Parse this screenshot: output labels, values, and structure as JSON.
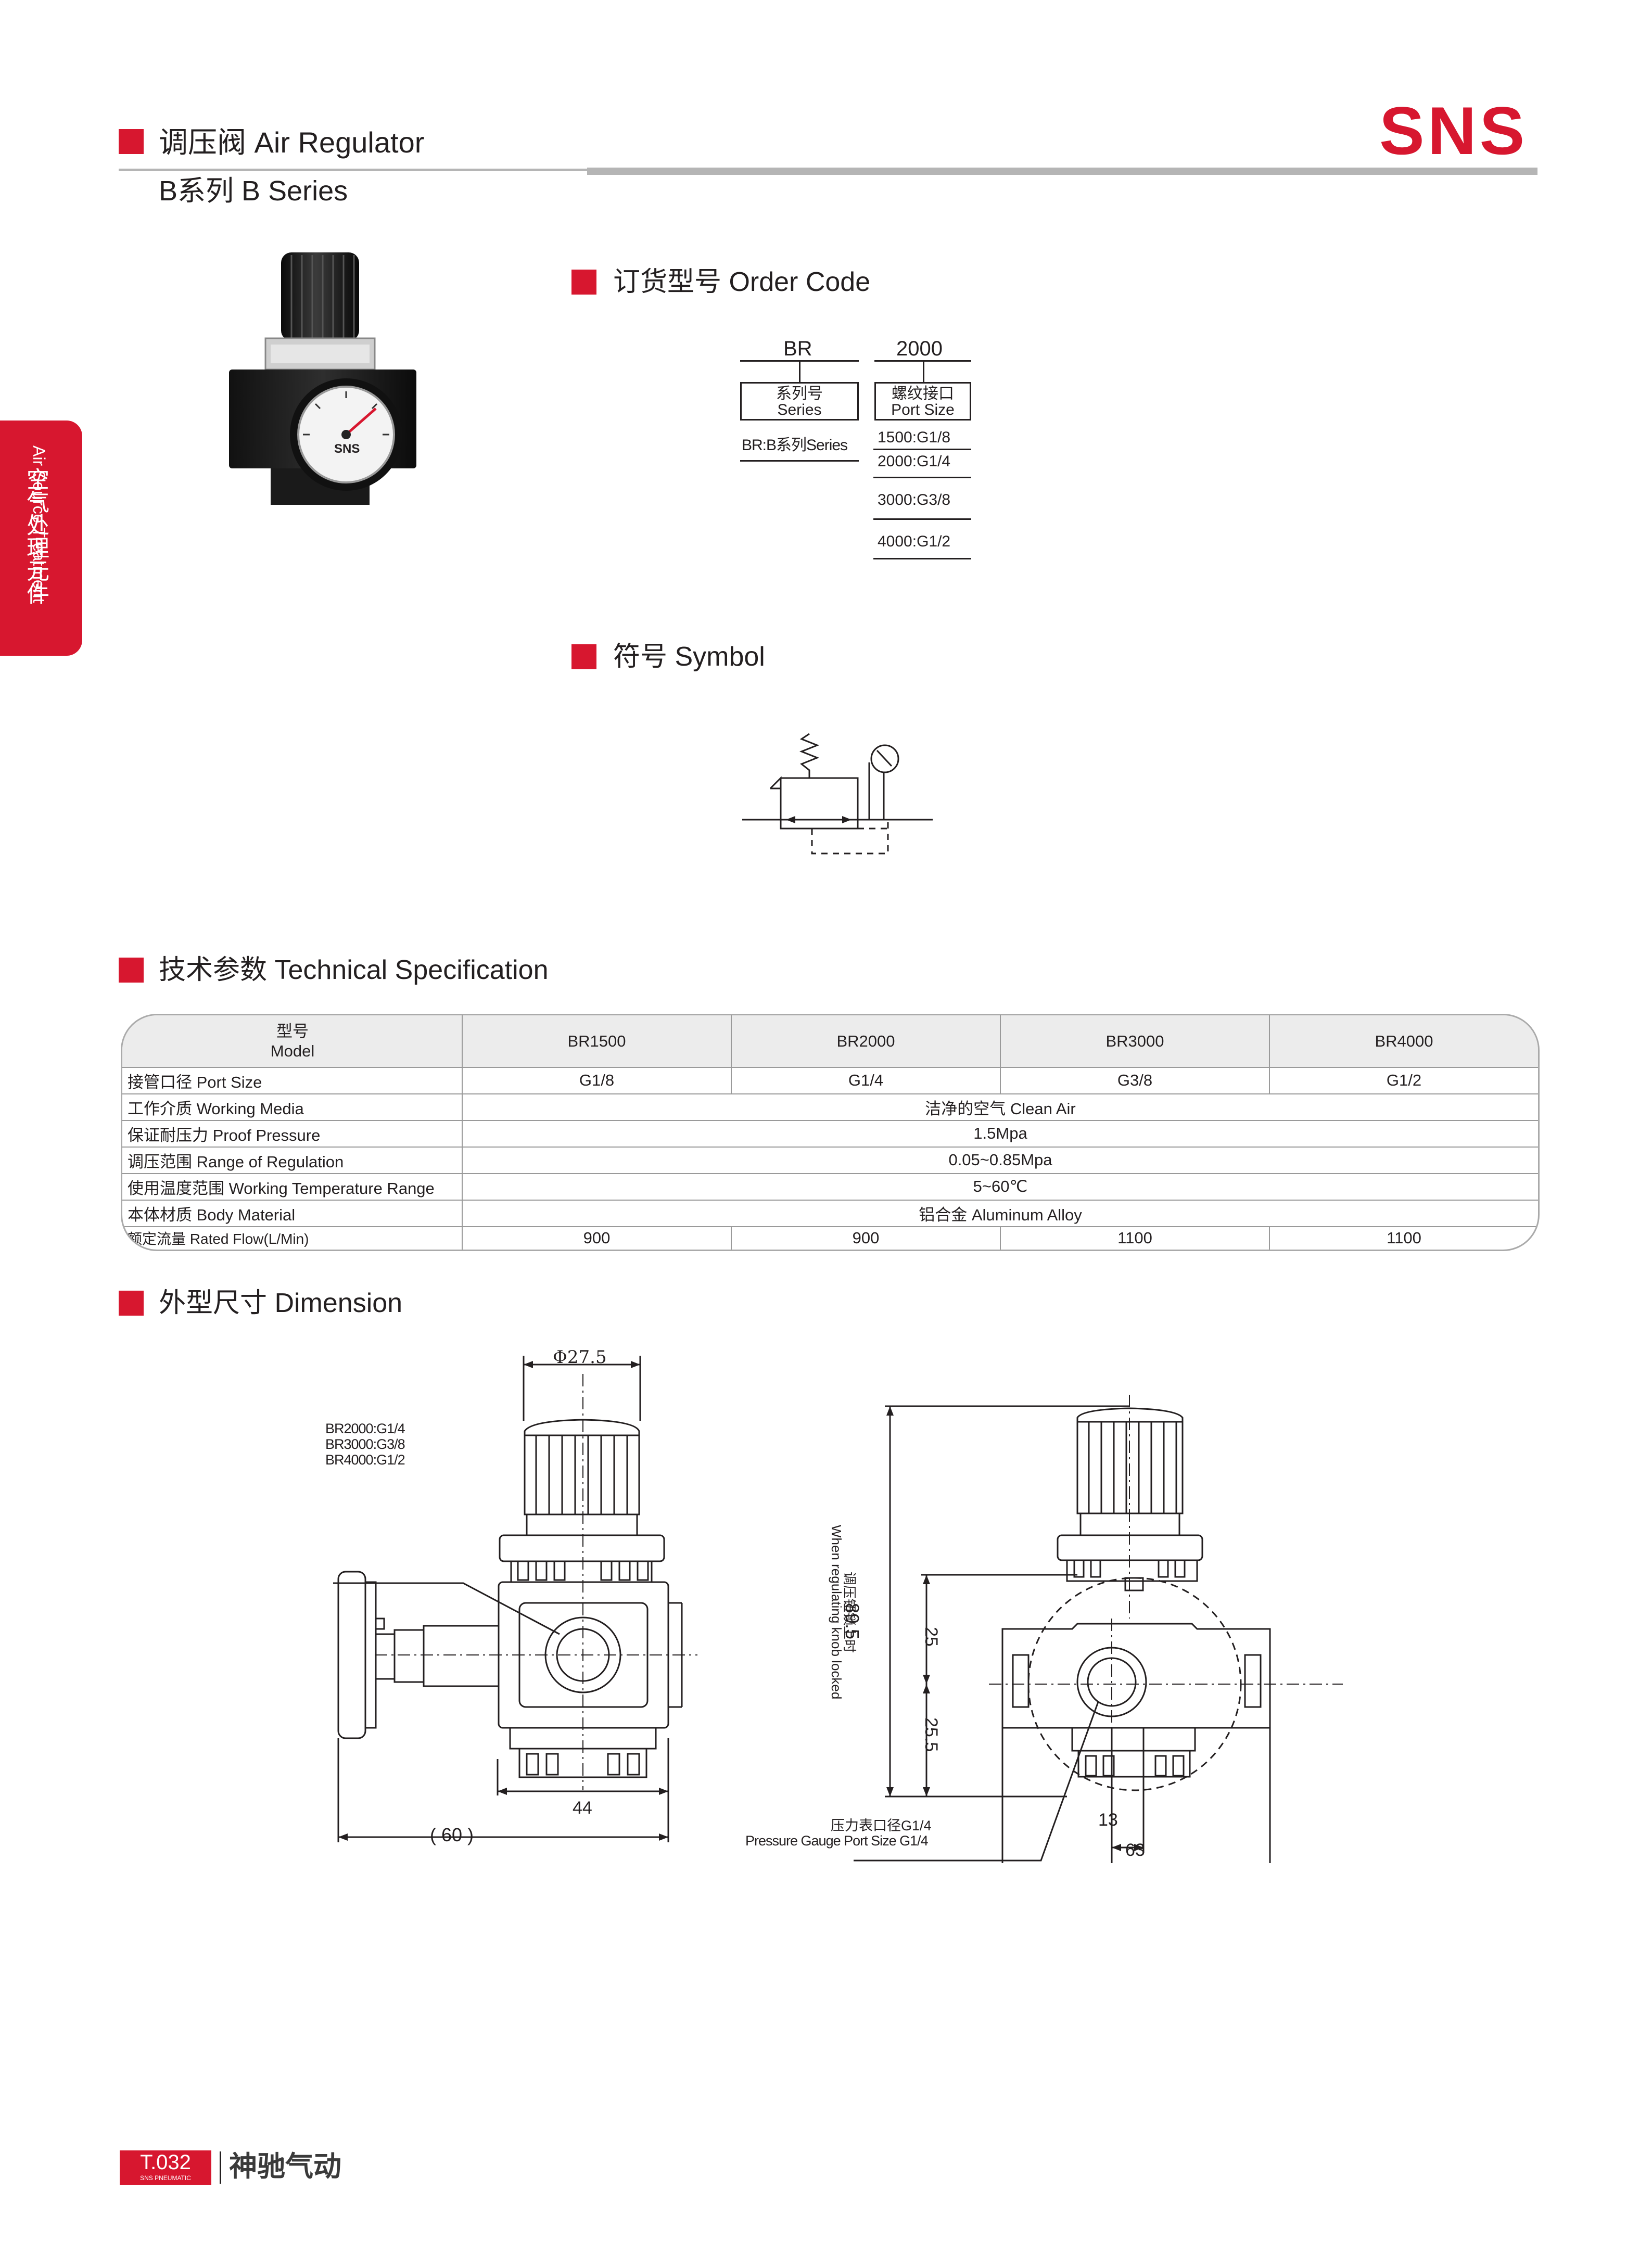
{
  "brand": {
    "logo": "SNS",
    "color": "#d7172f"
  },
  "header": {
    "title": "调压阀 Air Regulator",
    "subtitle": "B系列 B Series"
  },
  "side_tab": {
    "cn": "空气处理元件",
    "en": "Air Source Treatment"
  },
  "order_code": {
    "heading": "订货型号 Order  Code",
    "prefix": "BR",
    "prefix_label_cn": "系列号",
    "prefix_label_en": "Series",
    "prefix_option": "BR:B系列Series",
    "size": "2000",
    "size_label_cn": "螺纹接口",
    "size_label_en": "Port Size",
    "size_options": [
      "1500:G1/8",
      "2000:G1/4",
      "3000:G3/8",
      "4000:G1/2"
    ]
  },
  "symbol": {
    "heading": "符号 Symbol"
  },
  "spec": {
    "heading": "技术参数 Technical  Specification",
    "model_cn": "型号",
    "model_en": "Model",
    "models": [
      "BR1500",
      "BR2000",
      "BR3000",
      "BR4000"
    ],
    "port_size": {
      "label": "接管口径 Port Size",
      "values": [
        "G1/8",
        "G1/4",
        "G3/8",
        "G1/2"
      ]
    },
    "working_media": {
      "label": "工作介质 Working Media",
      "value": "洁净的空气 Clean Air"
    },
    "proof_pressure": {
      "label": "保证耐压力 Proof  Pressure",
      "value": "1.5Mpa"
    },
    "regulation_range": {
      "label": "调压范围 Range of  Regulation",
      "value": "0.05~0.85Mpa"
    },
    "temperature": {
      "label": "使用温度范围 Working Temperature Range",
      "value": "5~60℃"
    },
    "body_material": {
      "label": "本体材质 Body Material",
      "value": "铝合金 Aluminum  Alloy"
    },
    "rated_flow": {
      "label": "额定流量 Rated Flow(L/Min)",
      "values": [
        "900",
        "900",
        "1100",
        "1100"
      ]
    }
  },
  "dimension": {
    "heading": "外型尺寸 Dimension",
    "phi": "Φ27.5",
    "port_notes": [
      "BR2000:G1/4",
      "BR3000:G3/8",
      "BR4000:G1/2"
    ],
    "dim_60": "( 60 )",
    "dim_44": "44",
    "dim_89_5": "89.5",
    "knob_note_cn": "调压钮锁上时",
    "knob_note_en": "When regulating knob locked",
    "dim_25": "25",
    "dim_25_5": "25.5",
    "dim_13": "13",
    "dim_63": "63",
    "gauge_port_cn": "压力表口径G1/4",
    "gauge_port_en": "Pressure Gauge Port Size G1/4"
  },
  "footer": {
    "page_code": "T.032",
    "page_sub": "SNS PNEUMATIC",
    "company": "神驰气动"
  }
}
